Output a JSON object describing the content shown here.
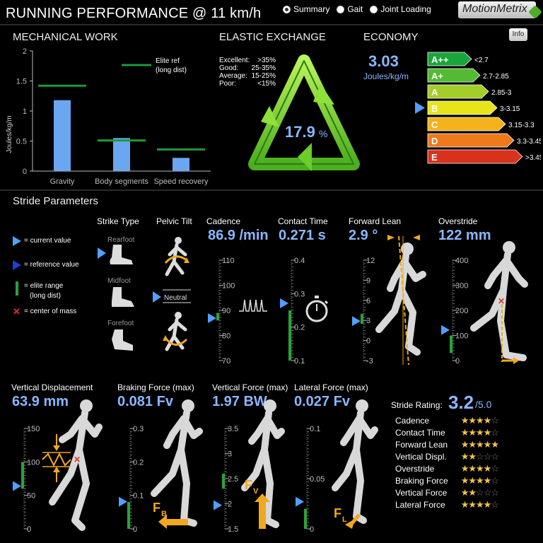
{
  "header": {
    "title": "RUNNING PERFORMANCE @ 11 km/h",
    "tabs": [
      {
        "label": "Summary",
        "selected": true
      },
      {
        "label": "Gait",
        "selected": false
      },
      {
        "label": "Joint Loading",
        "selected": false
      }
    ],
    "logo": "MotionMetrix"
  },
  "mechanical_work": {
    "title": "MECHANICAL WORK",
    "ylabel": "Joules/kg/m",
    "legend": "Elite ref",
    "legend2": "(long dist)",
    "yticks": [
      "0",
      "0.5",
      "1",
      "1.5",
      "2"
    ]
  },
  "chart_data": {
    "type": "bar",
    "title": "MECHANICAL WORK",
    "ylabel": "Joules/kg/m",
    "categories": [
      "Gravity",
      "Body segments",
      "Speed recovery"
    ],
    "values": [
      1.18,
      0.55,
      0.22
    ],
    "reference": [
      1.42,
      0.51,
      0.36
    ],
    "ylim": [
      0,
      2
    ]
  },
  "elastic": {
    "title": "ELASTIC EXCHANGE",
    "value": "17.9",
    "unit": "%",
    "legend": [
      {
        "label": "Excellent:",
        "range": ">35%"
      },
      {
        "label": "Good:",
        "range": "25-35%"
      },
      {
        "label": "Average:",
        "range": "15-25%"
      },
      {
        "label": "Poor:",
        "range": "<15%"
      }
    ]
  },
  "economy": {
    "title": "ECONOMY",
    "value": "3.03",
    "unit": "Joules/kg/m",
    "info": "Info",
    "classes": [
      {
        "grade": "A++",
        "range": "<2.7",
        "color": "#1aa53a"
      },
      {
        "grade": "A+",
        "range": "2.7-2.85",
        "color": "#52bb32"
      },
      {
        "grade": "A",
        "range": "2.85-3",
        "color": "#a4cd2a"
      },
      {
        "grade": "B",
        "range": "3-3.15",
        "color": "#e8e41a"
      },
      {
        "grade": "C",
        "range": "3.15-3.3",
        "color": "#f4b31a"
      },
      {
        "grade": "D",
        "range": "3.3-3.45",
        "color": "#ee7a1c"
      },
      {
        "grade": "E",
        "range": ">3.45",
        "color": "#d8321d"
      }
    ],
    "current_class": 3
  },
  "stride": {
    "title": "Stride Parameters",
    "legend": {
      "current": "= current value",
      "reference": "= reference value",
      "elite": "= elite range",
      "elite2": "(long dist)",
      "com": "= center of mass"
    },
    "strike_type": {
      "label": "Strike Type",
      "options": [
        "Rearfoot",
        "Midfoot",
        "Forefoot"
      ],
      "current": 0
    },
    "pelvic_tilt": {
      "label": "Pelvic Tilt",
      "neutral": "Neutral"
    },
    "cadence": {
      "label": "Cadence",
      "value": "86.9 /min",
      "ticks": [
        "110",
        "100",
        "90",
        "80",
        "70"
      ],
      "current": 86.9,
      "min": 70,
      "max": 110,
      "elite": [
        86,
        89
      ]
    },
    "contact_time": {
      "label": "Contact Time",
      "value": "0.271 s",
      "ticks": [
        "0.4",
        "0.3",
        "0.2",
        "0.1"
      ],
      "current": 0.271,
      "min": 0.1,
      "max": 0.4,
      "elite": [
        0.1,
        0.25
      ]
    },
    "forward_lean": {
      "label": "Forward Lean",
      "value": "2.9 °",
      "ticks": [
        "12",
        "9",
        "6",
        "3",
        "0",
        "-3"
      ],
      "current": 2.9,
      "min": -3,
      "max": 12,
      "elite": [
        2.5,
        4
      ]
    },
    "overstride": {
      "label": "Overstride",
      "value": "122 mm",
      "ticks": [
        "400",
        "300",
        "200",
        "100",
        "0"
      ],
      "current": 122,
      "min": 0,
      "max": 400,
      "elite": [
        30,
        100
      ]
    }
  },
  "vertical_displacement": {
    "label": "Vertical Displacement",
    "value": "63.9 mm",
    "ticks": [
      "150",
      "100",
      "50",
      "0"
    ],
    "current": 63.9,
    "min": 0,
    "max": 150,
    "elite": [
      60,
      100
    ]
  },
  "braking_force": {
    "label": "Braking Force (max)",
    "value": "0.081 Fv",
    "ticks": [
      "0.3",
      "0.2",
      "0.1",
      "0"
    ],
    "current": 0.081,
    "min": 0,
    "max": 0.3,
    "elite": [
      0,
      0.08
    ],
    "force_label": "F",
    "force_sub": "B"
  },
  "vertical_force": {
    "label": "Vertical Force (max)",
    "value": "1.97 BW",
    "ticks": [
      "3.5",
      "3",
      "2.5",
      "2",
      "1.5"
    ],
    "current": 1.97,
    "min": 1.5,
    "max": 3.5,
    "elite": [
      2.3,
      2.6
    ],
    "force_label": "F",
    "force_sub": "V"
  },
  "lateral_force": {
    "label": "Lateral Force (max)",
    "value": "0.027 Fv",
    "ticks": [
      "0.1",
      "0.05",
      "0"
    ],
    "current": 0.027,
    "min": 0,
    "max": 0.1,
    "elite": [
      0,
      0.02
    ],
    "force_label": "F",
    "force_sub": "L"
  },
  "stride_rating": {
    "label": "Stride Rating:",
    "value": "3.2",
    "max": "/5.0",
    "items": [
      {
        "name": "Cadence",
        "stars": 4
      },
      {
        "name": "Contact Time",
        "stars": 4
      },
      {
        "name": "Forward Lean",
        "stars": 5
      },
      {
        "name": "Vertical Displ.",
        "stars": 2
      },
      {
        "name": "Overstride",
        "stars": 4
      },
      {
        "name": "Braking Force",
        "stars": 4
      },
      {
        "name": "Vertical Force",
        "stars": 2
      },
      {
        "name": "Lateral Force",
        "stars": 4
      }
    ]
  }
}
